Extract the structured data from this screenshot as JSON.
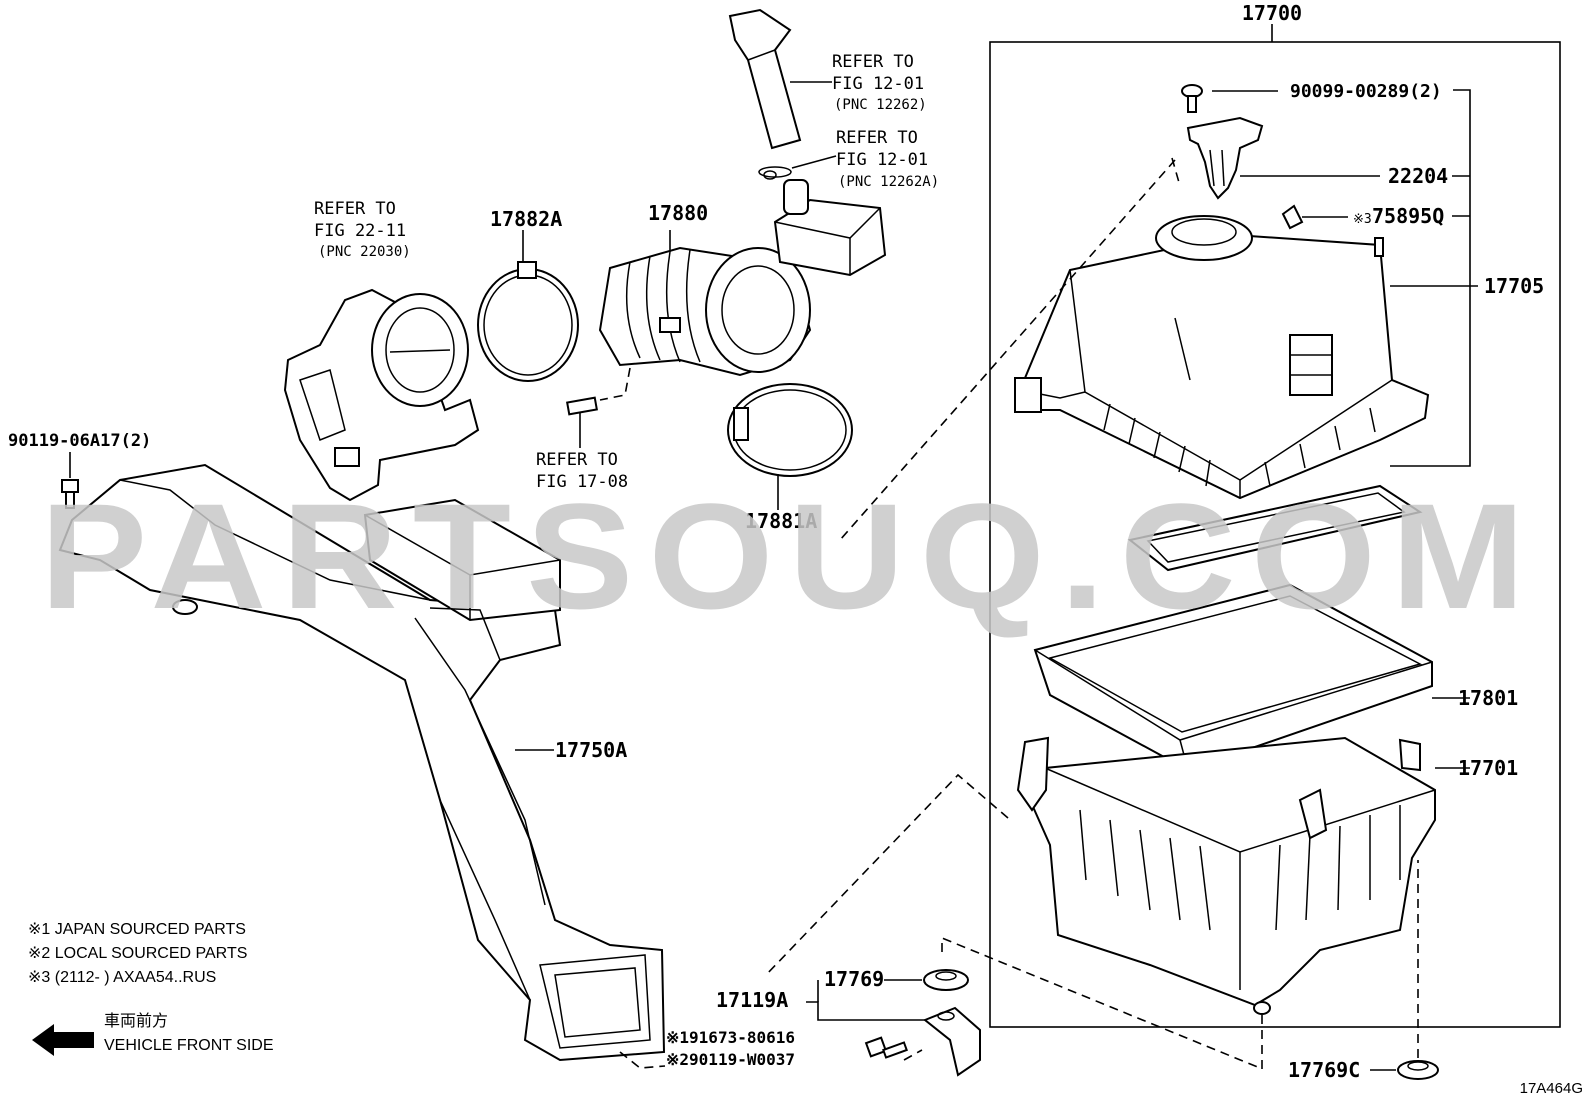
{
  "watermark": "PARTSOUQ.COM",
  "figure_code": "17A464G",
  "labels": {
    "assy": "17700",
    "screw": "90099-00289(2)",
    "sensor": "22204",
    "label_part_prefix": "※3",
    "label_part": "75895Q",
    "cap": "17705",
    "element": "17801",
    "case": "17701",
    "bolt": "90119-06A17(2)",
    "clamp1": "17882A",
    "hose": "17880",
    "clamp2": "17881A",
    "intake": "17750A",
    "bracket_group": "17119A",
    "grommet1": "17769",
    "grommet2": "17769C",
    "bolt_a": "※191673-80616",
    "bolt_b": "※290119-W0037"
  },
  "refer": {
    "throttle": {
      "line1": "REFER TO",
      "line2": "FIG 22-11",
      "line3": "(PNC 22030)"
    },
    "hose_a": {
      "line1": "REFER TO",
      "line2": "FIG 12-01",
      "line3": "(PNC 12262)"
    },
    "hose_b": {
      "line1": "REFER TO",
      "line2": "FIG 12-01",
      "line3": "(PNC 12262A)"
    },
    "pipe": {
      "line1": "REFER TO",
      "line2": "FIG 17-08"
    }
  },
  "notes": [
    "※1 JAPAN SOURCED PARTS",
    "※2 LOCAL SOURCED PARTS",
    "※3 (2112-      ) AXAA54..RUS"
  ],
  "front": {
    "japanese": "車両前方",
    "english": "VEHICLE FRONT SIDE"
  }
}
